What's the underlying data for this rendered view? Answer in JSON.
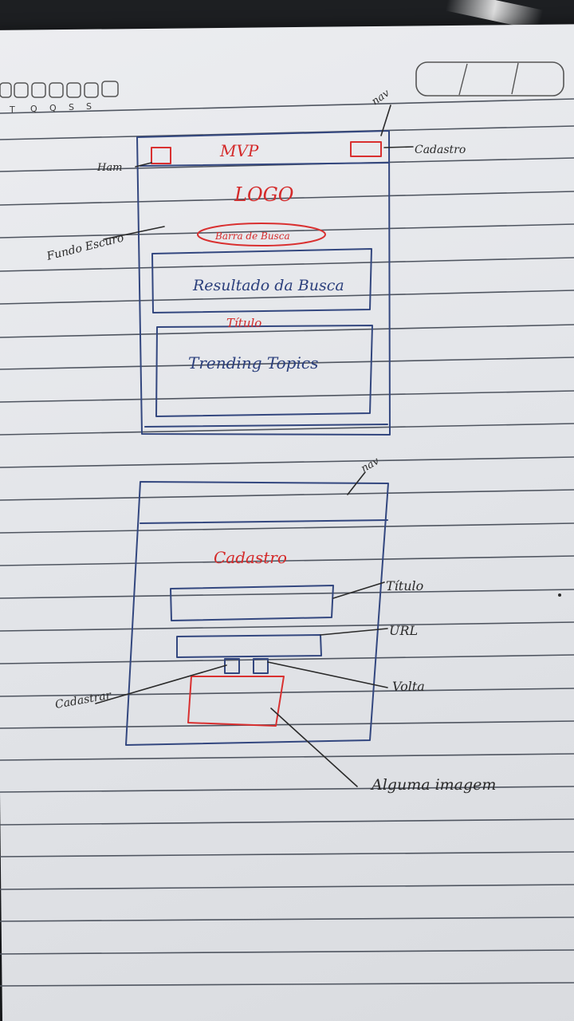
{
  "header_days": [
    "T",
    "Q",
    "Q",
    "S",
    "S"
  ],
  "sketch1": {
    "annotation_nav": "nav",
    "annotation_menu": "Ham",
    "annotation_signup": "Cadastro",
    "annotation_dark_mode": "Fundo Escuro",
    "title": "MVP",
    "logo": "LOGO",
    "search_bar": "Barra de Busca",
    "search_results": "Resultado da Busca",
    "title_label": "Título",
    "trending": "Trending Topics"
  },
  "sketch2": {
    "annotation_nav": "nav",
    "heading": "Cadastro",
    "annotation_title_field": "Título",
    "annotation_url_field": "URL",
    "annotation_signup_button": "Cadastrar",
    "annotation_back_button": "Volta",
    "annotation_image": "Alguma imagem"
  },
  "colors": {
    "ink_blue": "#2b3f7c",
    "ink_red": "#d42a2a",
    "paper": "#e6e8ec"
  }
}
